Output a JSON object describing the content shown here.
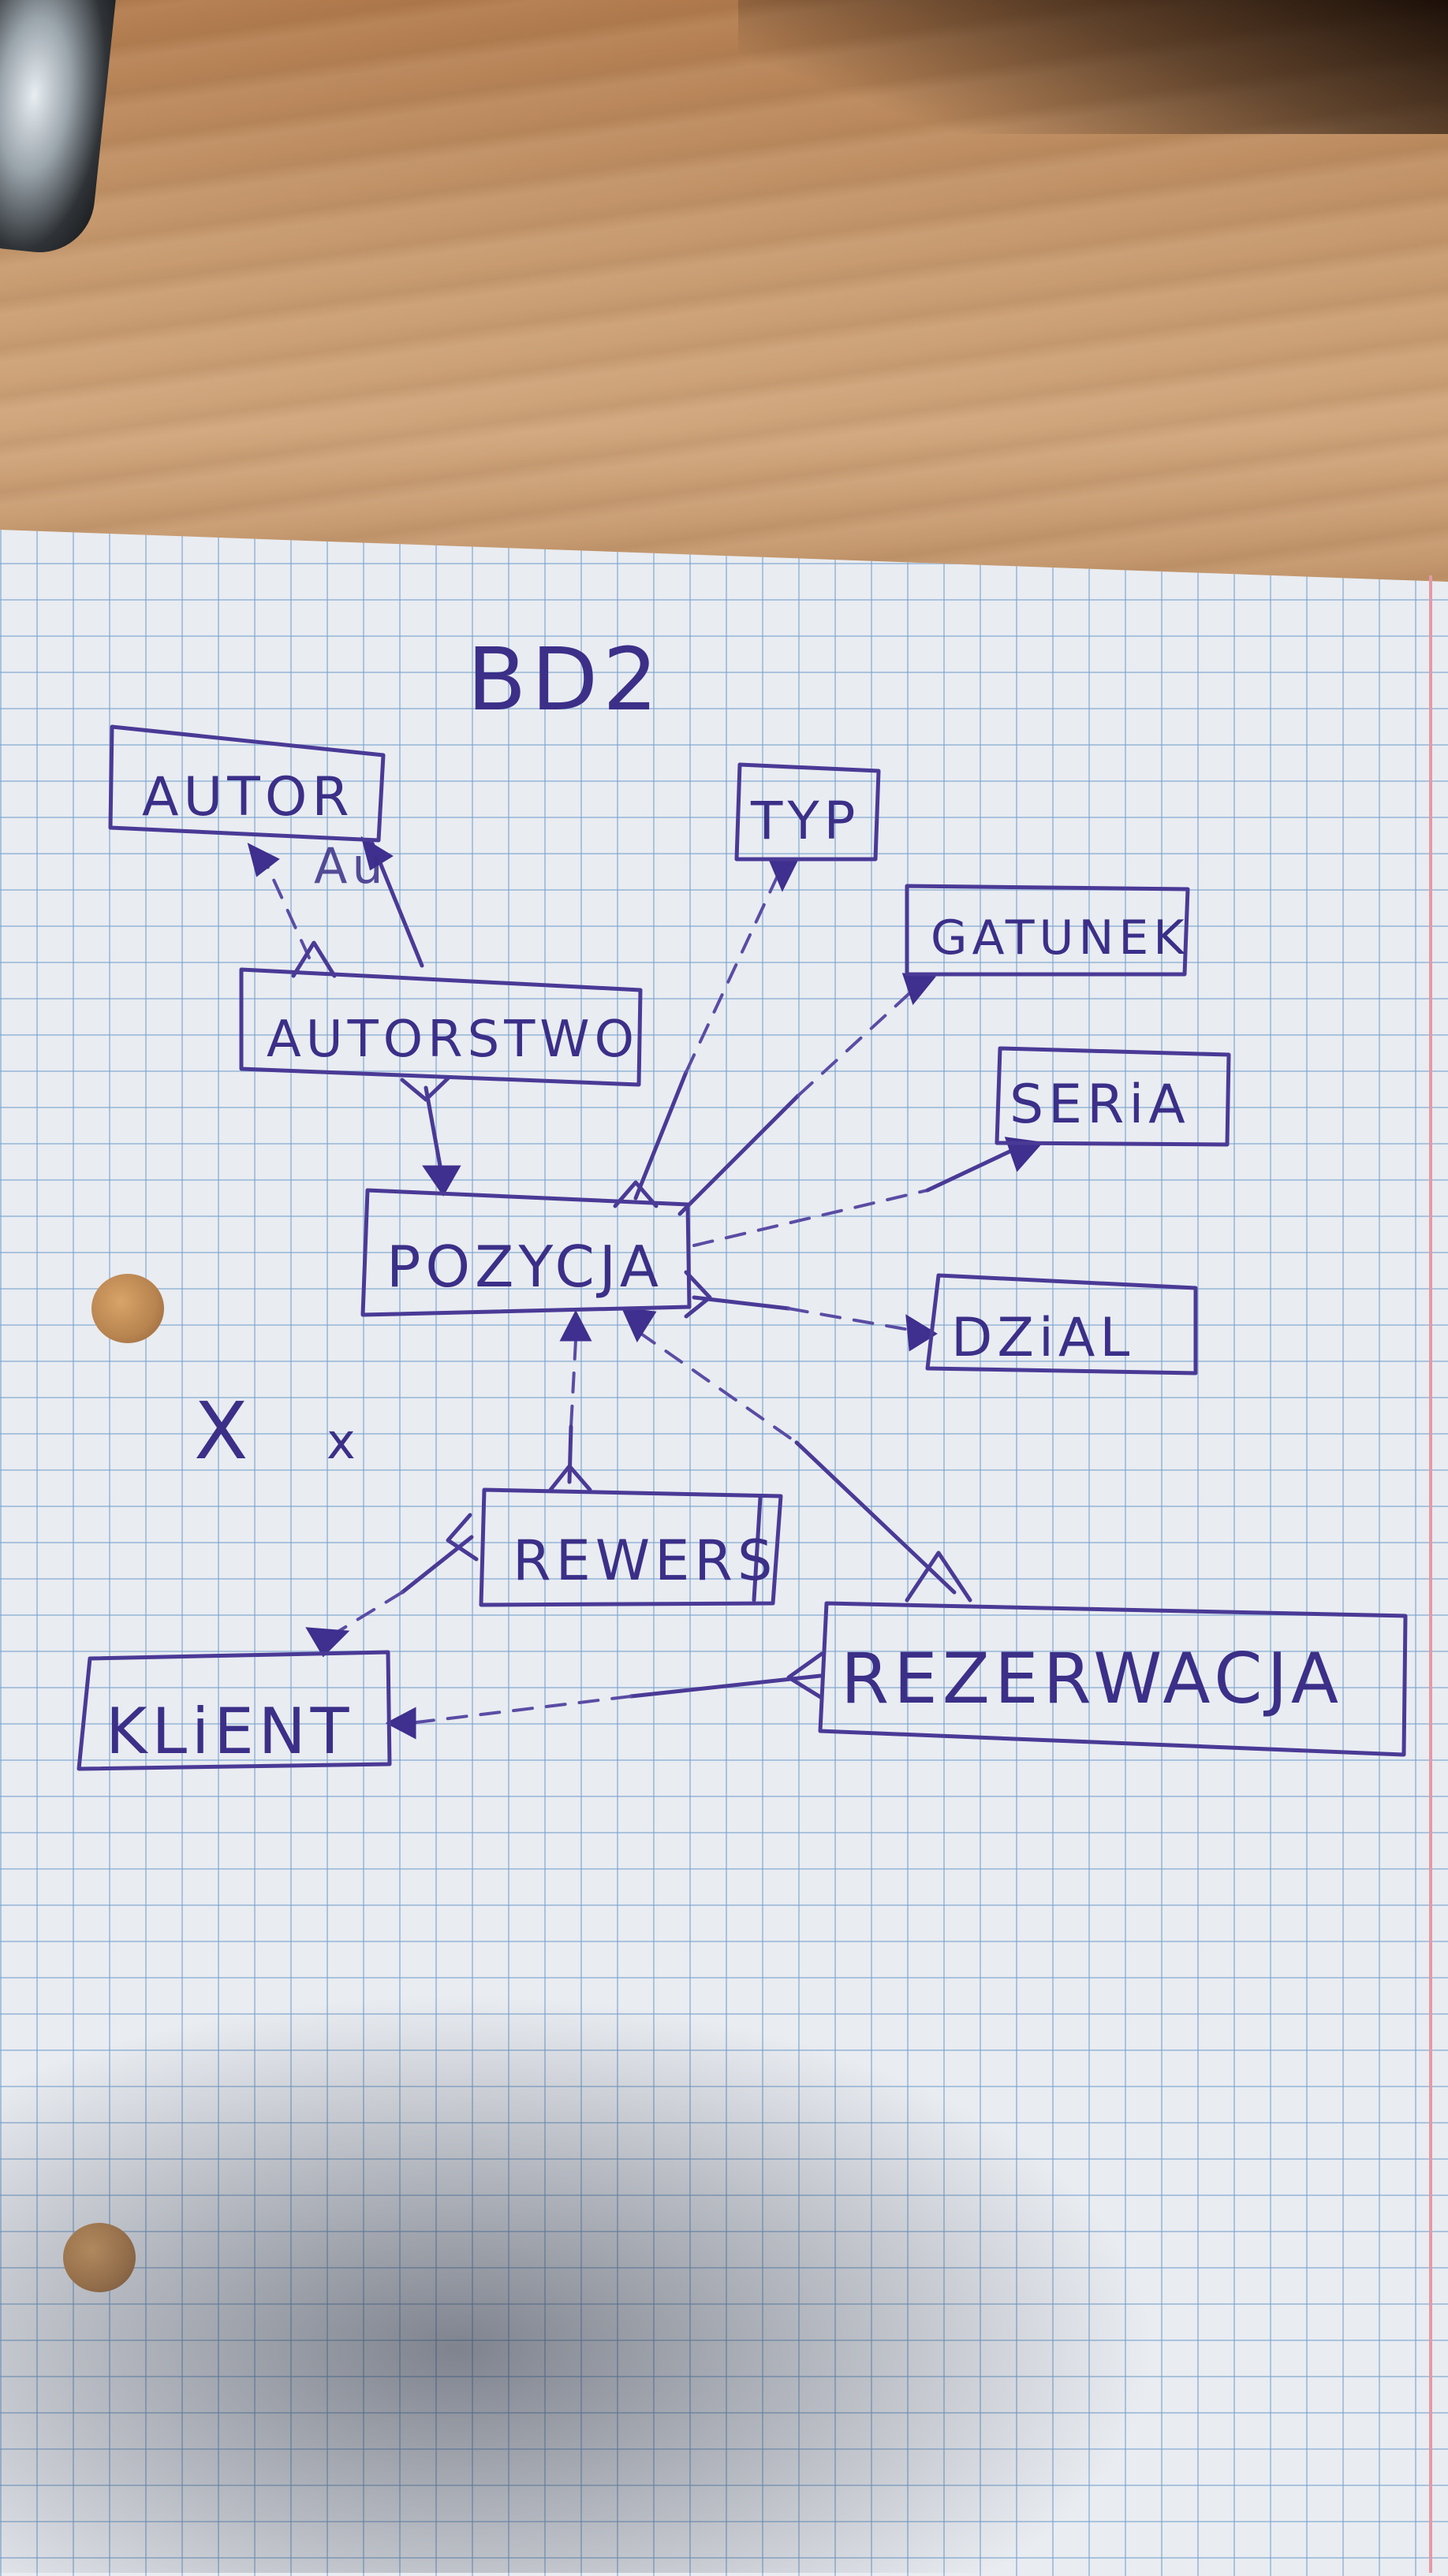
{
  "title": "BD2",
  "entities": {
    "autor": "AUTOR",
    "autorstwo": "AUTORSTWO",
    "typ": "TYP",
    "gatunek": "GATUNEK",
    "seria": "SERiA",
    "pozycja": "POZYCJA",
    "dzial": "DZiAL",
    "rewers": "REWERS",
    "klient": "KLiENT",
    "rezerwacja": "REZERWACJA"
  },
  "scribble": "Au",
  "marks": [
    "X",
    "x"
  ],
  "colors": {
    "ink": "#4a3a96",
    "paper": "#e9ecf1",
    "grid": "#76a2cc",
    "desk": "#c79a6f",
    "margin_line": "#e39aa6"
  }
}
